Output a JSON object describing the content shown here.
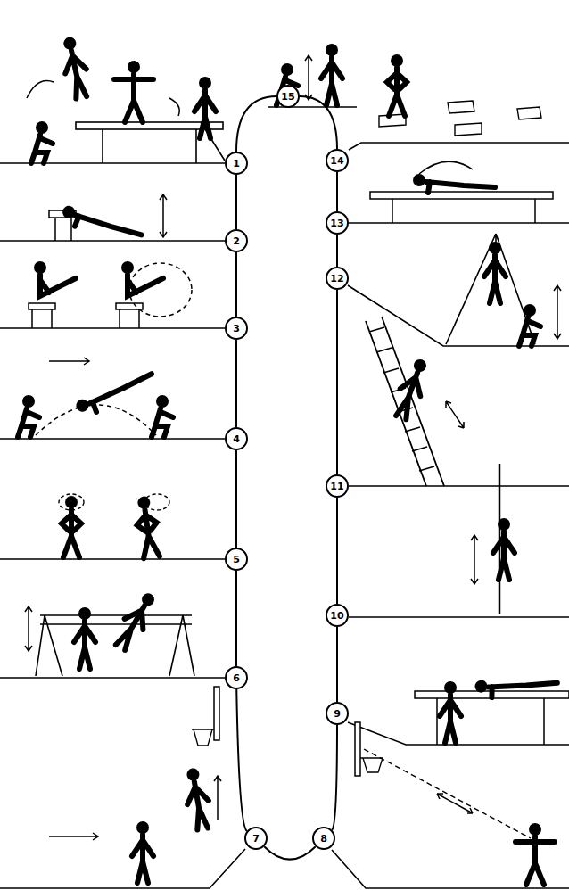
{
  "diagram": {
    "nodes": [
      {
        "text": [
          "1"
        ]
      },
      {
        "text": [
          "2"
        ]
      },
      {
        "text": [
          "3"
        ]
      },
      {
        "text": [
          "4"
        ]
      },
      {
        "text": [
          "5"
        ]
      },
      {
        "text": [
          "6"
        ]
      },
      {
        "text": [
          "7"
        ]
      },
      {
        "text": [
          "8"
        ]
      },
      {
        "text": [
          "9"
        ]
      },
      {
        "text": [
          "10"
        ]
      },
      {
        "text": [
          "11"
        ]
      },
      {
        "text": [
          "12"
        ]
      },
      {
        "text": [
          "13"
        ]
      },
      {
        "text": [
          "14"
        ]
      },
      {
        "text": [
          "15"
        ]
      }
    ],
    "edges": [
      {
        "from": 0,
        "to": 1,
        "arrow": "none"
      },
      {
        "from": 1,
        "to": 2,
        "arrow": "none"
      },
      {
        "from": 2,
        "to": 3,
        "arrow": "none"
      },
      {
        "from": 3,
        "to": 4,
        "arrow": "none"
      },
      {
        "from": 4,
        "to": 5,
        "arrow": "none"
      },
      {
        "from": 5,
        "to": 6,
        "arrow": "none"
      },
      {
        "from": 6,
        "to": 7,
        "arrow": "none"
      },
      {
        "from": 7,
        "to": 8,
        "arrow": "none"
      },
      {
        "from": 8,
        "to": 9,
        "arrow": "none"
      },
      {
        "from": 9,
        "to": 10,
        "arrow": "none"
      },
      {
        "from": 10,
        "to": 11,
        "arrow": "none"
      },
      {
        "from": 11,
        "to": 12,
        "arrow": "none"
      },
      {
        "from": 12,
        "to": 13,
        "arrow": "none"
      },
      {
        "from": 13,
        "to": 14,
        "arrow": "none"
      },
      {
        "from": 14,
        "to": 0,
        "arrow": "none"
      }
    ]
  }
}
